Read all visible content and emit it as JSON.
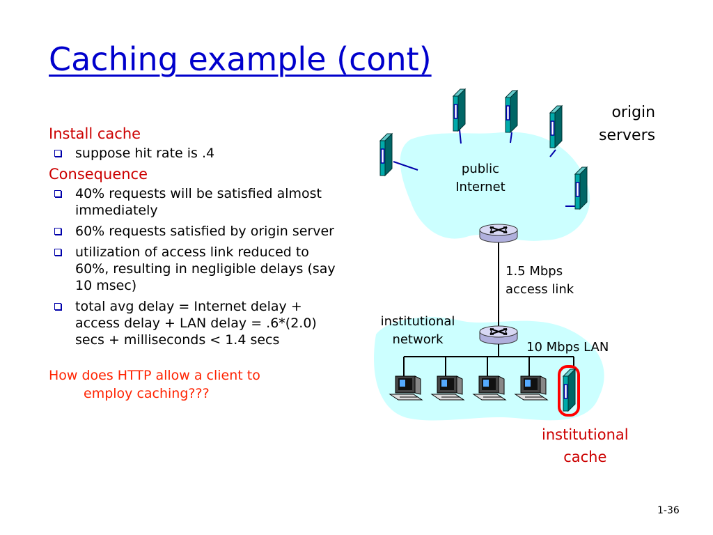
{
  "title": "Caching example (cont)",
  "install": {
    "heading": "Install cache",
    "bullets": [
      "suppose hit rate is .4"
    ]
  },
  "consequence": {
    "heading": "Consequence",
    "bullets": [
      "40% requests will be satisfied almost immediately",
      "60% requests satisfied by origin server",
      "utilization of access link reduced to 60%, resulting in negligible  delays (say 10 msec)",
      "total avg delay   = Internet delay + access delay + LAN delay   =  .6*(2.0) secs  + milliseconds < 1.4 secs"
    ]
  },
  "question": {
    "line1": "How does HTTP allow a client to",
    "line2": "employ caching???"
  },
  "diagram": {
    "origin_servers": [
      "origin",
      "servers"
    ],
    "public_internet": [
      "public",
      "Internet"
    ],
    "access_link": [
      "1.5 Mbps",
      "access link"
    ],
    "institutional_network": [
      "institutional",
      "network"
    ],
    "lan": "10 Mbps LAN",
    "institutional_cache": [
      "institutional",
      "cache"
    ]
  },
  "colors": {
    "title": "#0000cc",
    "heading": "#cc0000",
    "question": "#ff2200",
    "cloud": "#ccffff",
    "server": "#009999",
    "cache_outline": "#ff0000"
  },
  "page_number": "1-36"
}
